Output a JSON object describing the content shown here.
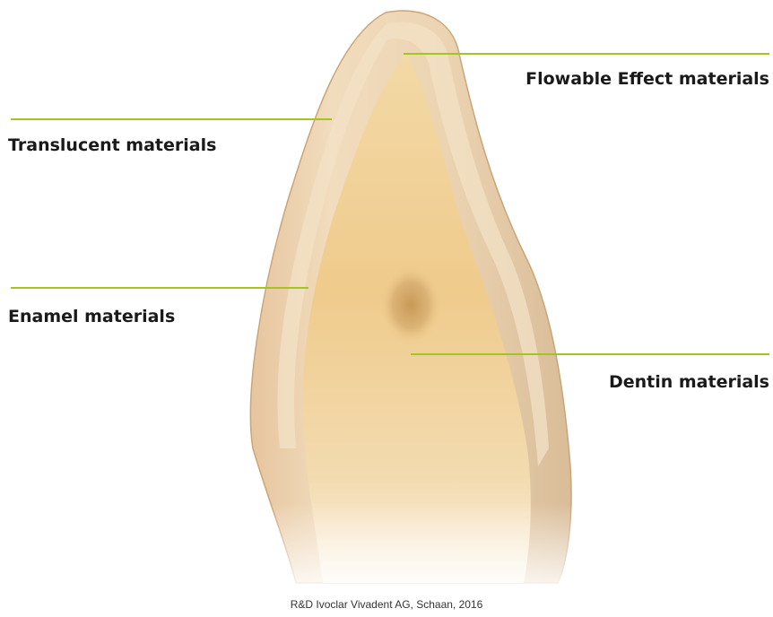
{
  "labels": {
    "flowable": "Flowable Effect materials",
    "translucent": "Translucent materials",
    "enamel": "Enamel materials",
    "dentin": "Dentin materials"
  },
  "caption": "R&D Ivoclar Vivadent AG, Schaan, 2016",
  "colors": {
    "leader_line": "#a4c41f",
    "label_text": "#1a1a1a",
    "enamel_shell": "#ead0a8",
    "dentin_core": "#f0cf90",
    "background": "#ffffff"
  }
}
